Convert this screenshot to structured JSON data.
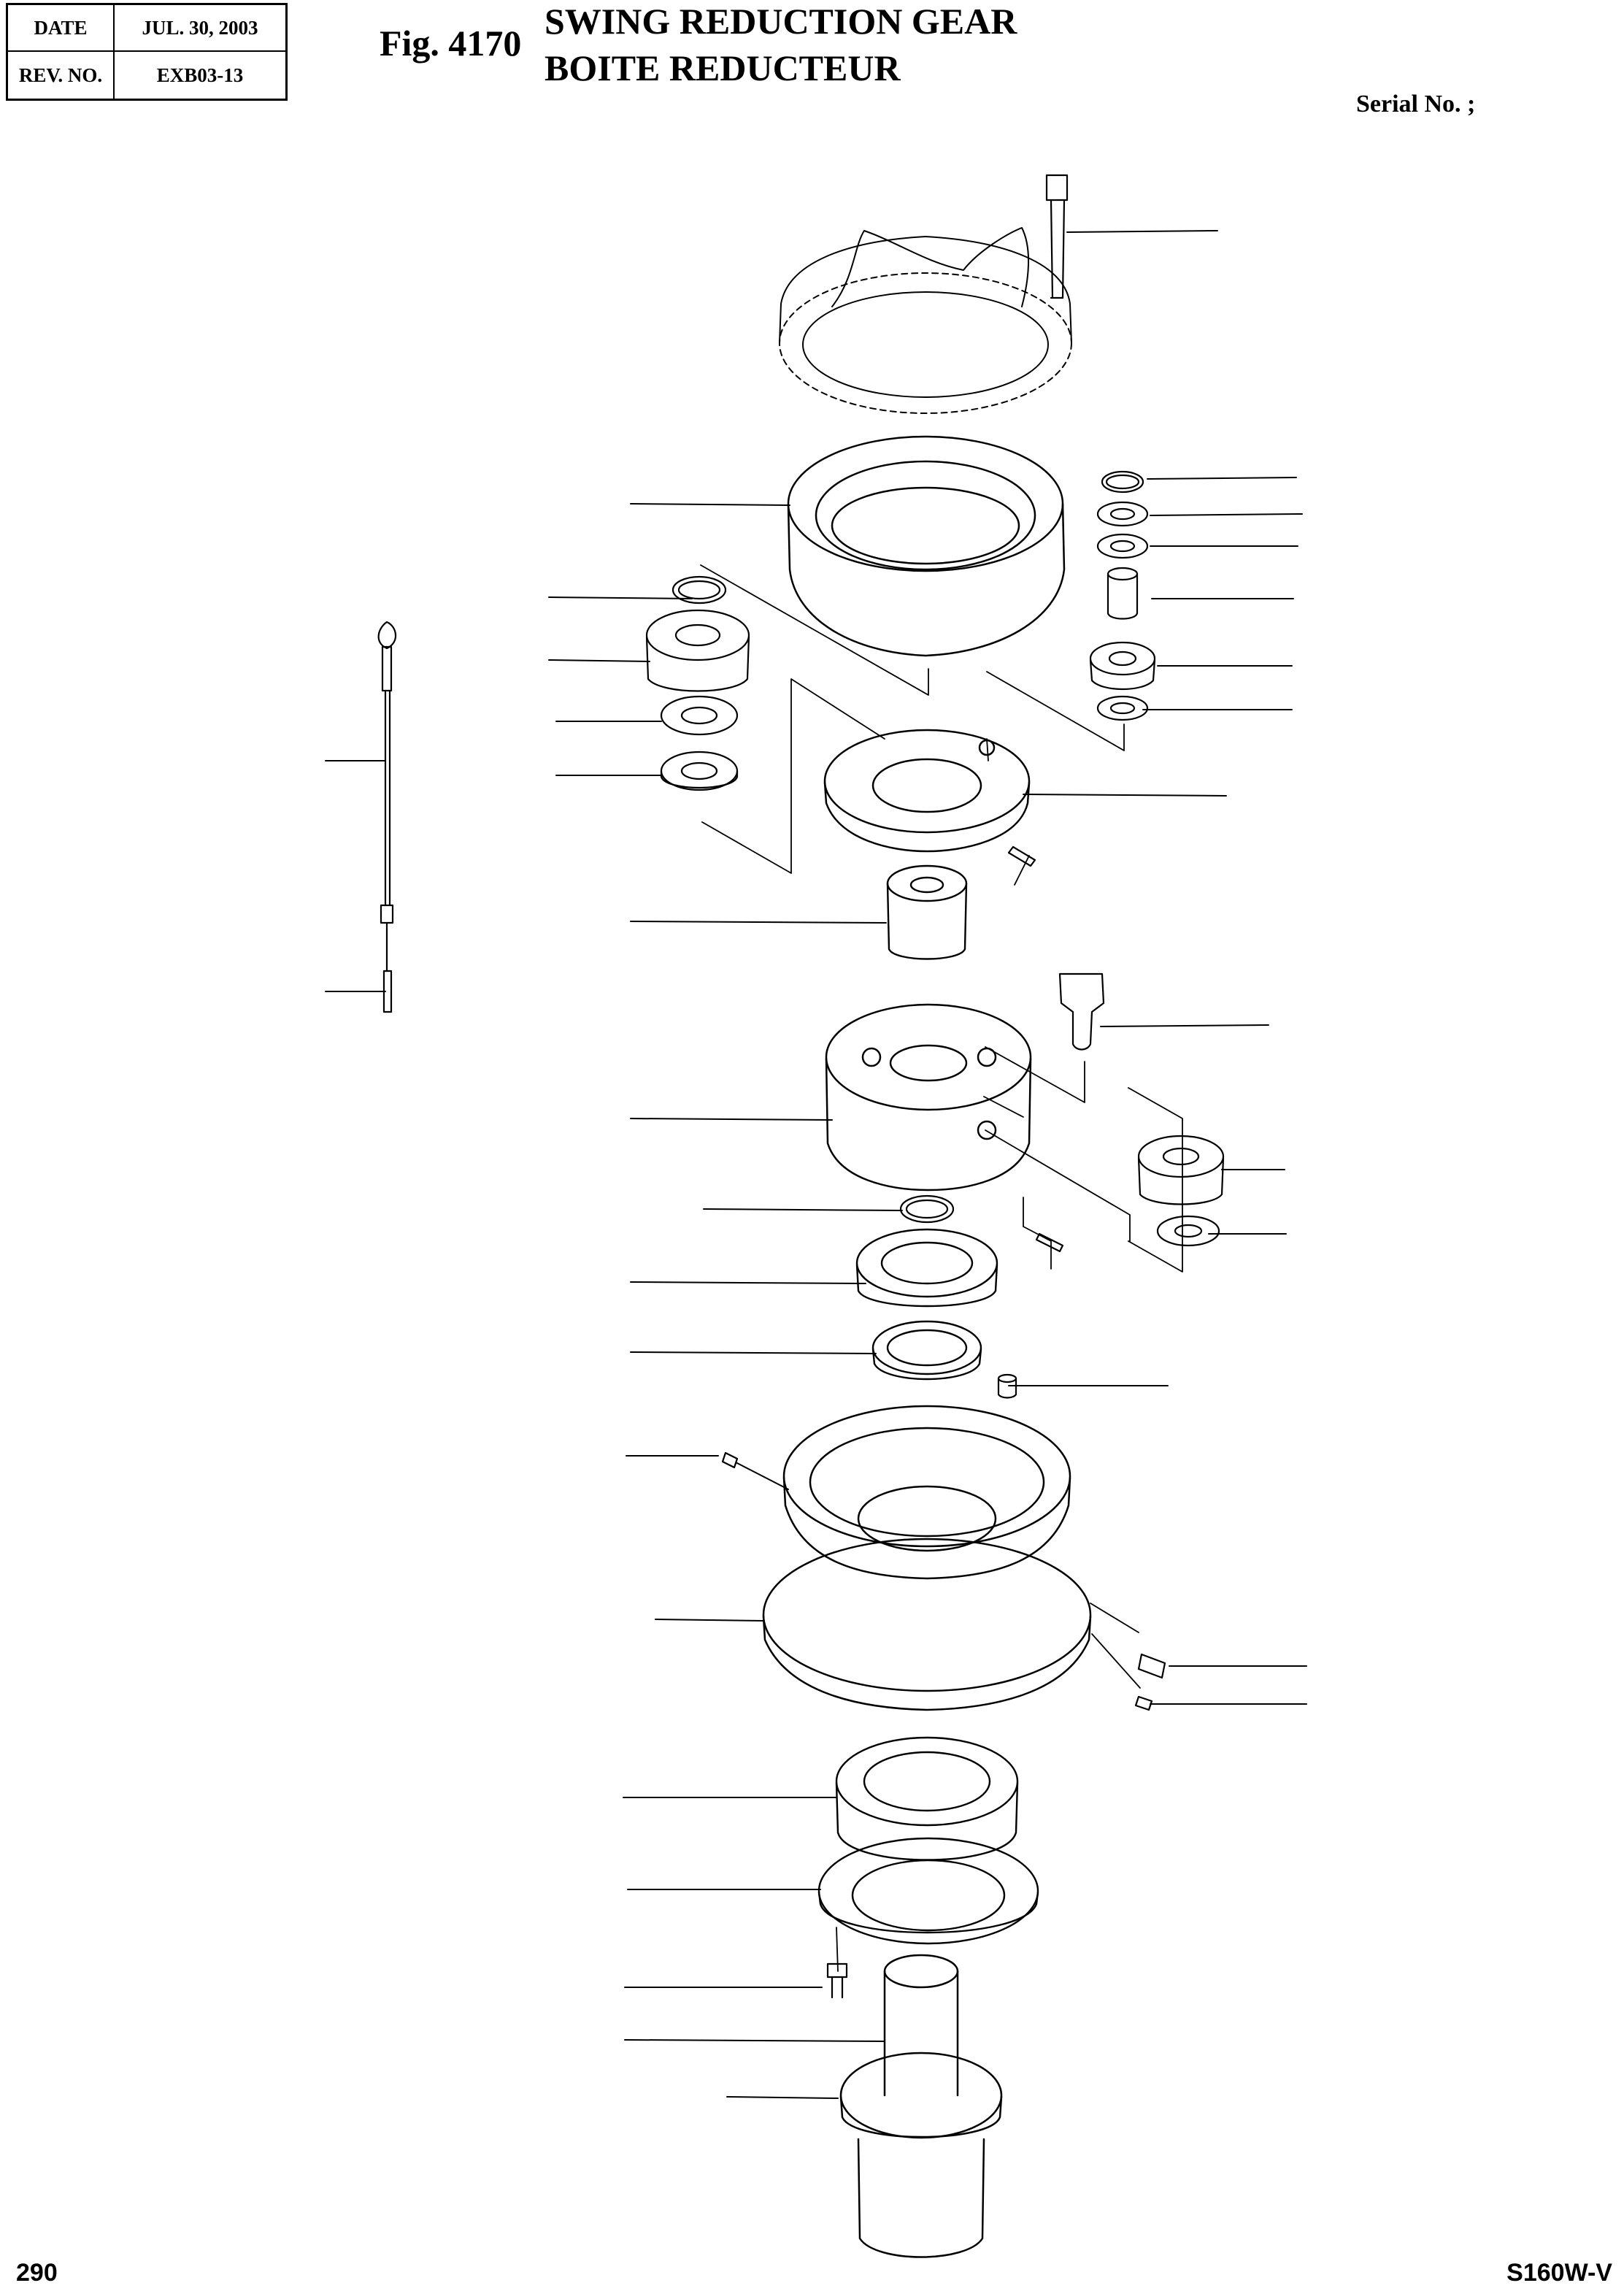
{
  "header": {
    "date_label": "DATE",
    "date_value": "JUL. 30, 2003",
    "rev_label": "REV. NO.",
    "rev_value": "EXB03-13"
  },
  "figure": {
    "number": "Fig. 4170",
    "title_en": "SWING REDUCTION GEAR",
    "title_fr": "BOITE REDUCTEUR"
  },
  "serial": "Serial No. ;",
  "footer": {
    "page": "290",
    "model": "S160W-V"
  }
}
